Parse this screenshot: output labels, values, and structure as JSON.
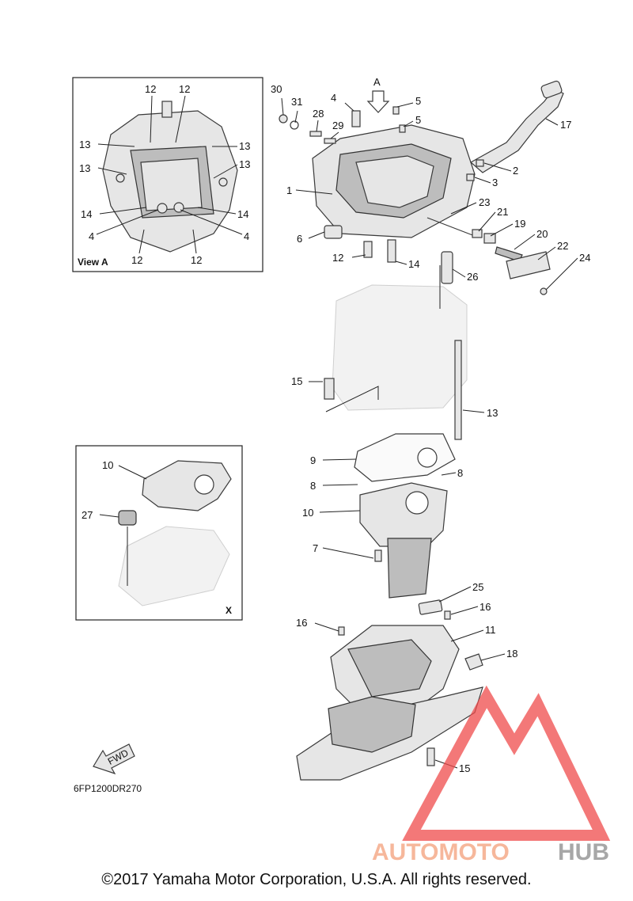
{
  "diagram": {
    "view_a_caption": "View A",
    "view_x_caption": "X",
    "view_arrow_label": "A",
    "fwd_label": "FWD",
    "diagram_code": "6FP1200DR270",
    "copyright": "©2017 Yamaha Motor Corporation, U.S.A. All rights reserved.",
    "watermark": {
      "part1": "AUTOMOTO",
      "part2": "HUB",
      "color1": "#f4a07a",
      "color2": "#8a8a8a",
      "accent": "#ef4b4b"
    },
    "callouts": {
      "n1": "1",
      "n2": "2",
      "n3": "3",
      "n4": "4",
      "n5": "5",
      "n6": "6",
      "n7": "7",
      "n8": "8",
      "n9": "9",
      "n10": "10",
      "n11": "11",
      "n12": "12",
      "n13": "13",
      "n14": "14",
      "n15": "15",
      "n16": "16",
      "n17": "17",
      "n18": "18",
      "n19": "19",
      "n20": "20",
      "n21": "21",
      "n22": "22",
      "n23": "23",
      "n24": "24",
      "n25": "25",
      "n26": "26",
      "n27": "27",
      "n28": "28",
      "n29": "29",
      "n30": "30",
      "n31": "31"
    }
  }
}
